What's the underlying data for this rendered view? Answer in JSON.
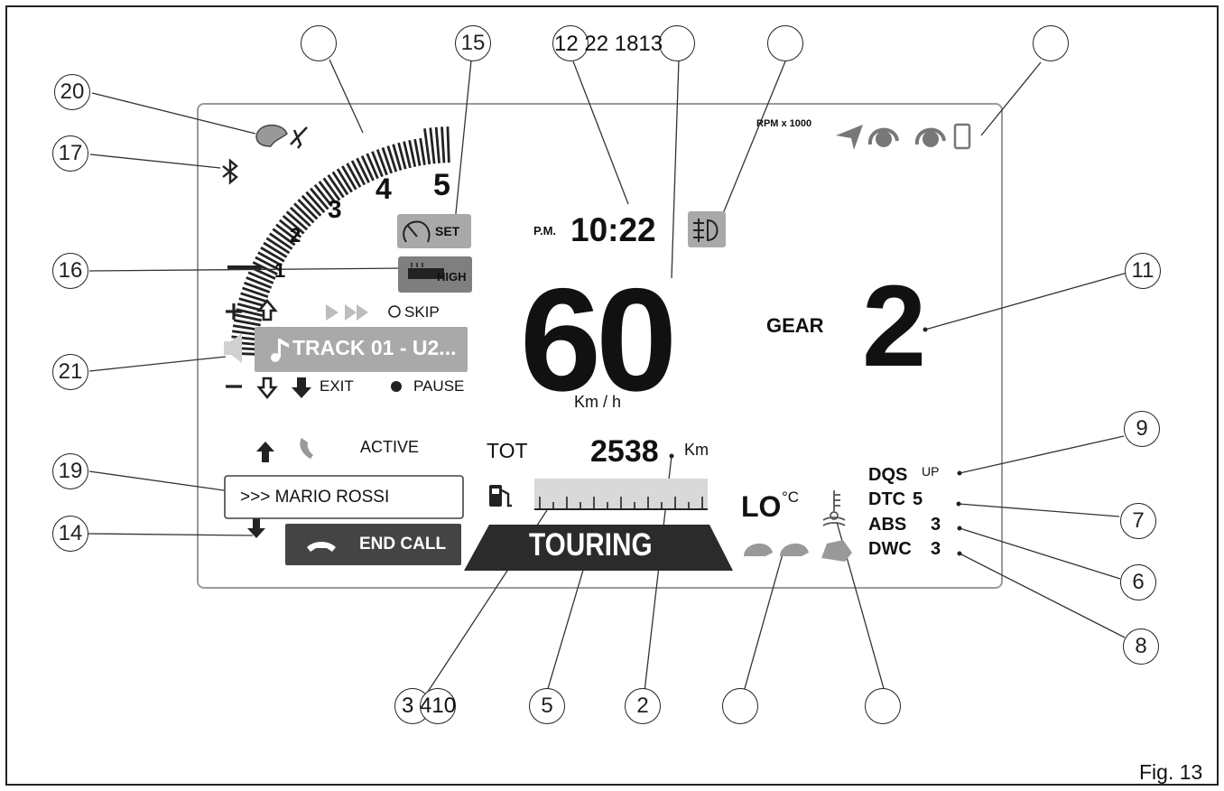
{
  "rpm": {
    "unit_label": "RPM x 1000",
    "ticks": [
      "1",
      "2",
      "3",
      "4",
      "5"
    ]
  },
  "cruise": {
    "set_label": "SET"
  },
  "lights": {
    "high_label": "HIGH"
  },
  "media": {
    "skip_label": "SKIP",
    "track": "TRACK 01 - U2...",
    "exit_label": "EXIT",
    "pause_label": "PAUSE"
  },
  "phone": {
    "status": "ACTIVE",
    "caller": ">>> MARIO ROSSI",
    "end_call_label": "END CALL"
  },
  "clock": {
    "ampm": "P.M.",
    "time": "10:22"
  },
  "speed": {
    "value": "60",
    "unit": "Km / h"
  },
  "gear": {
    "label": "GEAR",
    "value": "2"
  },
  "odometer": {
    "label": "TOT",
    "value": "2538",
    "unit": "Km"
  },
  "riding_mode": "TOURING",
  "temperature": {
    "value": "LO",
    "unit": "°C"
  },
  "status": [
    {
      "label": "DQS",
      "value": "UP"
    },
    {
      "label": "DTC",
      "value": "5"
    },
    {
      "label": "ABS",
      "value": "3"
    },
    {
      "label": "DWC",
      "value": "3"
    }
  ],
  "callouts": {
    "c20": "20",
    "c17": "17",
    "c16": "16",
    "c21": "21",
    "c19": "19",
    "c14": "14",
    "c15": "15",
    "c11": "11",
    "c9": "9",
    "c7": "7",
    "c6": "6",
    "c8": "8",
    "c5": "5",
    "c2": "2",
    "c_top_ref": "12 22 1813",
    "c_bottom_ref": "3 410"
  },
  "figure_label": "Fig. 13",
  "colors": {
    "line": "#222222",
    "chip": "#a9a9a9",
    "chip_dark": "#7f7f7f",
    "dark": "#2b2b2b"
  }
}
